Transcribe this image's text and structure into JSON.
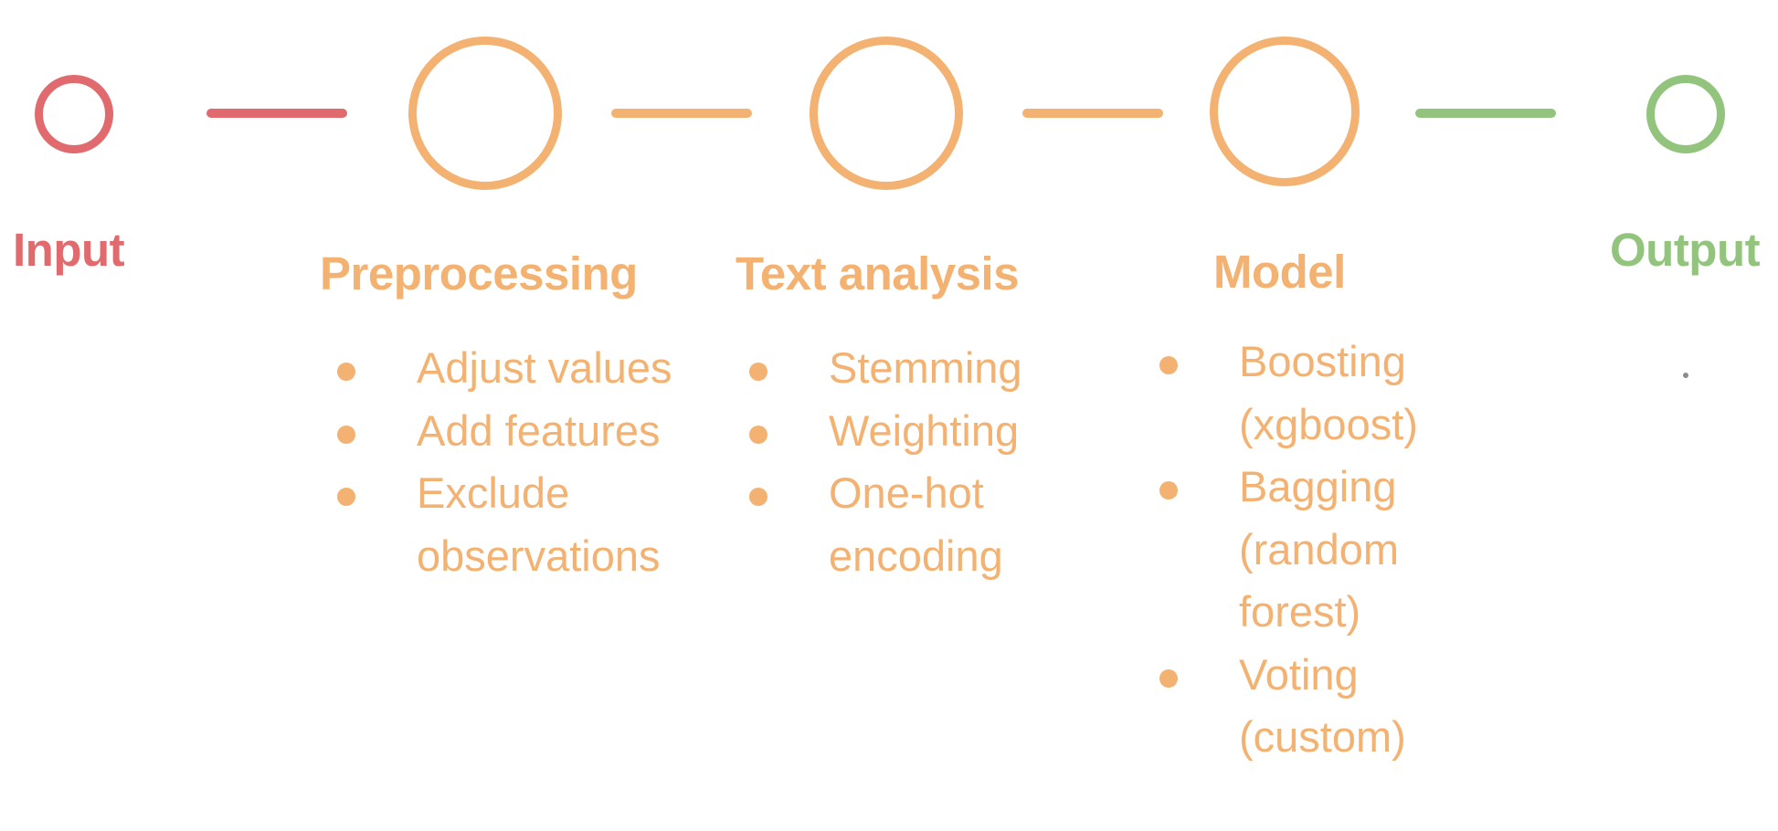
{
  "colors": {
    "input": "#e06a6d",
    "process": "#f3b271",
    "output": "#93c47d",
    "stray_dot": "#8c8c8c"
  },
  "stages": {
    "input": {
      "title": "Input"
    },
    "preprocessing": {
      "title": "Preprocessing",
      "items": [
        "Adjust values",
        "Add features",
        "Exclude observations"
      ]
    },
    "text_analysis": {
      "title": "Text analysis",
      "items": [
        "Stemming",
        "Weighting",
        "One-hot encoding"
      ]
    },
    "model": {
      "title": "Model",
      "items": [
        "Boosting (xgboost)",
        "Bagging (random forest)",
        "Voting (custom)"
      ]
    },
    "output": {
      "title": "Output"
    }
  }
}
